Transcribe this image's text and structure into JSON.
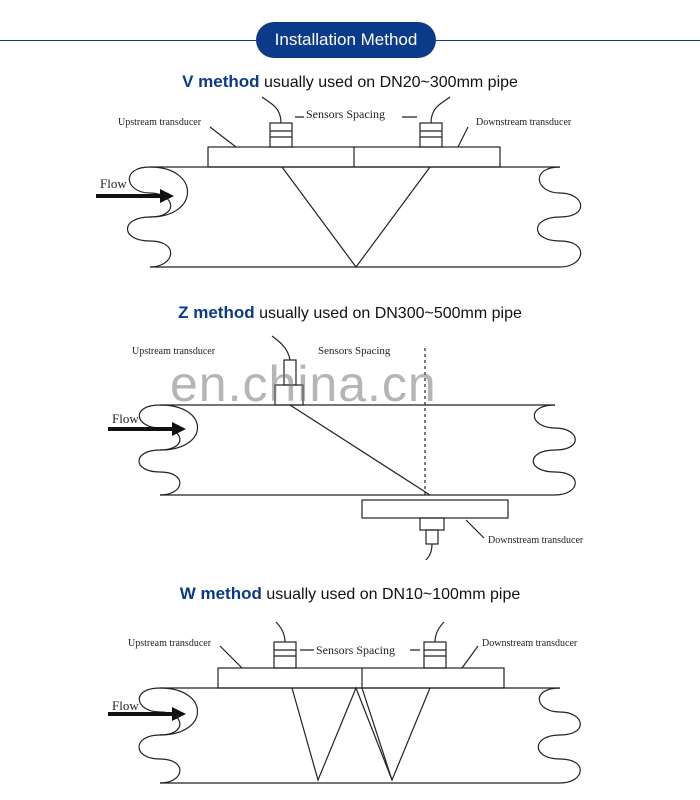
{
  "header": {
    "title": "Installation Method"
  },
  "methods": [
    {
      "name": "V method",
      "description": "usually used on DN20~300mm pipe",
      "labels": {
        "upstream": "Upstream transducer",
        "downstream": "Downstream transducer",
        "spacing": "Sensors Spacing",
        "flow": "Flow"
      }
    },
    {
      "name": "Z method",
      "description": "usually used on DN300~500mm pipe",
      "labels": {
        "upstream": "Upstream transducer",
        "downstream": "Downstream transducer",
        "spacing": "Sensors Spacing",
        "flow": "Flow"
      }
    },
    {
      "name": "W method",
      "description": "usually used on DN10~100mm pipe",
      "labels": {
        "upstream": "Upstream transducer",
        "downstream": "Downstream transducer",
        "spacing": "Sensors Spacing",
        "flow": "Flow"
      }
    }
  ],
  "watermark": "en.china.cn"
}
